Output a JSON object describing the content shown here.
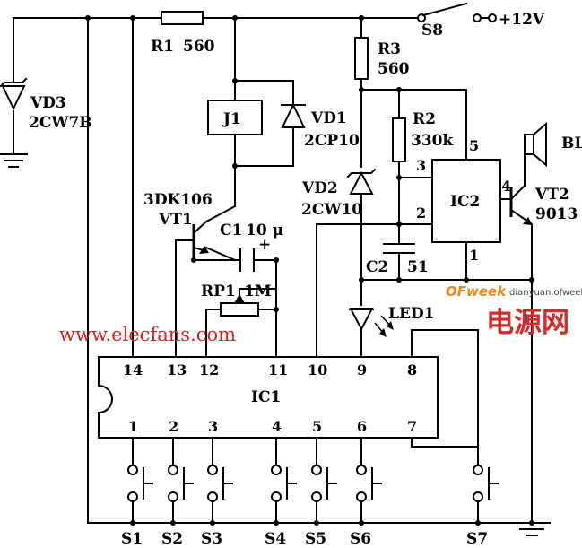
{
  "supply": {
    "switch": "S8",
    "voltage": "+12V"
  },
  "components": {
    "r1": {
      "ref": "R1",
      "value": "560"
    },
    "r2": {
      "ref": "R2",
      "value": "330k"
    },
    "r3": {
      "ref": "R3",
      "value": "560"
    },
    "vd1": {
      "ref": "VD1",
      "part": "2CP10"
    },
    "vd2": {
      "ref": "VD2",
      "part": "2CW10"
    },
    "vd3": {
      "ref": "VD3",
      "part": "2CW7B"
    },
    "relay": {
      "ref": "J1"
    },
    "vt1": {
      "ref": "VT1",
      "part": "3DK106"
    },
    "vt2": {
      "ref": "VT2",
      "part": "9013"
    },
    "c1": {
      "ref": "C1",
      "value": "10 μ",
      "polarity": "+"
    },
    "c2": {
      "ref": "C2",
      "value": "51"
    },
    "rp1": {
      "ref": "RP1",
      "value": "1M"
    },
    "led1": {
      "ref": "LED1"
    },
    "bl": {
      "ref": "BL"
    },
    "ic1": {
      "ref": "IC1"
    },
    "ic2": {
      "ref": "IC2"
    }
  },
  "ic1_top_pins": [
    "14",
    "13",
    "12",
    "11",
    "10",
    "9",
    "8"
  ],
  "ic1_bottom_pins": [
    "1",
    "2",
    "3",
    "4",
    "5",
    "6",
    "7"
  ],
  "ic2_pins": {
    "p5": "5",
    "p3": "3",
    "p2": "2",
    "p1": "1",
    "p4": "4"
  },
  "switches": [
    "S1",
    "S2",
    "S3",
    "S4",
    "S5",
    "S6",
    "S7"
  ],
  "watermark": {
    "site": "www.elecfans.com",
    "logo_text": "OFweek",
    "logo_sub": "dianyuan.ofweek",
    "cn": "电源网"
  }
}
